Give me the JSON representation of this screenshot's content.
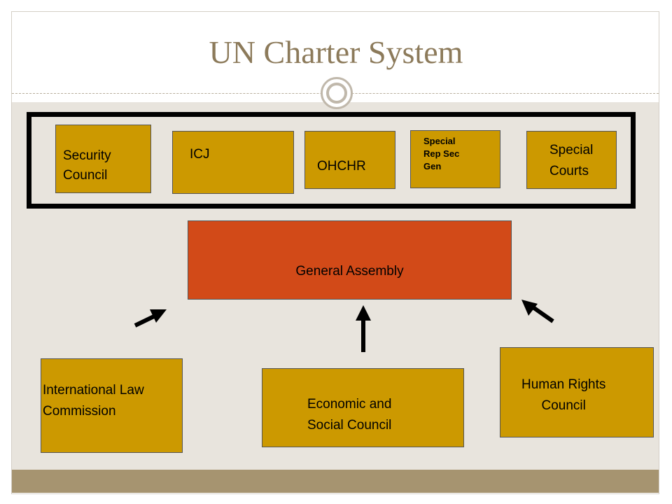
{
  "title": "UN Charter System",
  "boxes": {
    "security_council": "Security\nCouncil",
    "icj": "ICJ",
    "ohchr": "OHCHR",
    "special_rep": "Special\nRep Sec\nGen",
    "special_courts": "Special\nCourts",
    "general_assembly": "General Assembly",
    "ilc": "International Law\nCommission",
    "ecosoc": "Economic and\nSocial Council",
    "hrc": "Human Rights\nCouncil"
  },
  "colors": {
    "box_fill": "#cc9900",
    "assembly_fill": "#d24a18",
    "title": "#8c7a5a"
  }
}
